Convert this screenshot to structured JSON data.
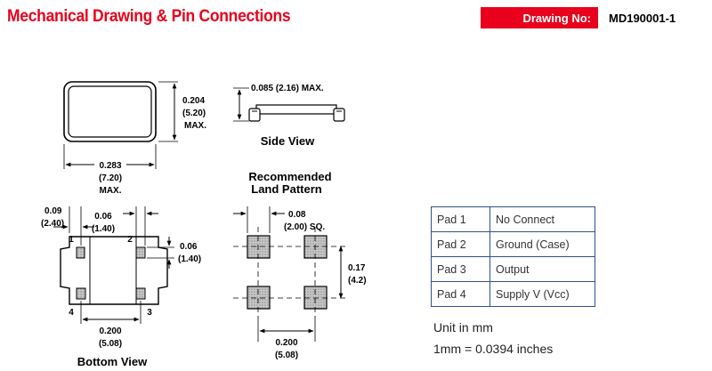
{
  "header": {
    "title": "Mechanical Drawing & Pin Connections",
    "drawing_no_label": "Drawing No:",
    "drawing_no_value": "MD190001-1"
  },
  "top_view": {
    "height_in": "0.204",
    "height_mm": "(5.20)",
    "height_max": "MAX.",
    "width_in": "0.283",
    "width_mm": "(7.20)",
    "width_max": "MAX."
  },
  "side_view": {
    "thickness": "0.085 (2.16) MAX.",
    "label": "Side View"
  },
  "bottom_view": {
    "dim_edge_in": "0.09",
    "dim_edge_mm": "(2.40)",
    "dim_pad_w_in": "0.06",
    "dim_pad_w_mm": "(1.40)",
    "dim_pad_h_in": "0.06",
    "dim_pad_h_mm": "(1.40)",
    "dim_pitch_in": "0.200",
    "dim_pitch_mm": "(5.08)",
    "pin1": "1",
    "pin2": "2",
    "pin3": "3",
    "pin4": "4",
    "label": "Bottom View"
  },
  "land_pattern": {
    "title_line1": "Recommended",
    "title_line2": "Land Pattern",
    "pad_size_in": "0.08",
    "pad_size_mm": "(2.00) SQ.",
    "vert_pitch_in": "0.17",
    "vert_pitch_mm": "(4.2)",
    "horiz_pitch_in": "0.200",
    "horiz_pitch_mm": "(5.08)"
  },
  "pad_table": [
    {
      "pad": "Pad 1",
      "function": "No Connect"
    },
    {
      "pad": "Pad 2",
      "function": "Ground (Case)"
    },
    {
      "pad": "Pad 3",
      "function": "Output"
    },
    {
      "pad": "Pad 4",
      "function": "Supply V (Vcc)"
    }
  ],
  "notes": {
    "unit": "Unit in mm",
    "conversion": "1mm = 0.0394 inches"
  },
  "colors": {
    "brand_red": "#e8001c",
    "table_border": "#2f4f8f"
  }
}
